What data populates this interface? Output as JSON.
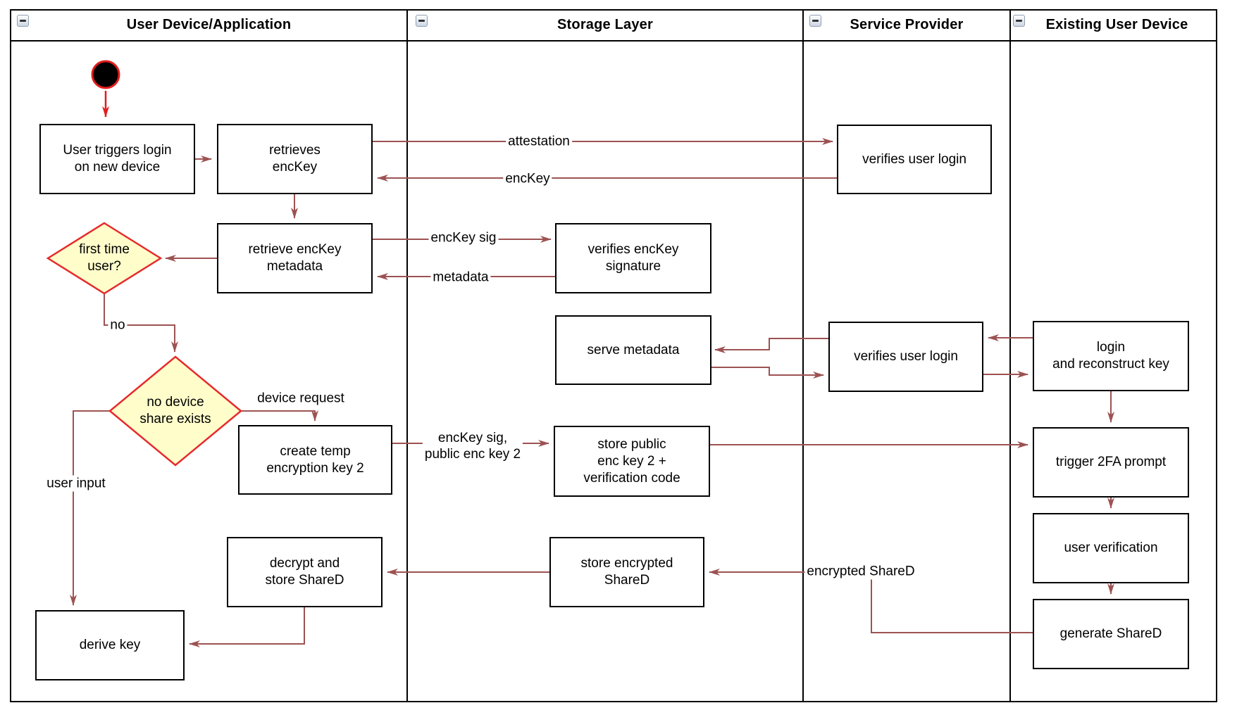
{
  "diagram": {
    "type": "uml-activity-swimlane",
    "lanes": [
      {
        "title": "User Device/Application",
        "collapse_icon": "minus"
      },
      {
        "title": "Storage Layer",
        "collapse_icon": "minus"
      },
      {
        "title": "Service Provider",
        "collapse_icon": "minus"
      },
      {
        "title": "Existing User Device",
        "collapse_icon": "minus"
      }
    ],
    "nodes": {
      "start": {
        "type": "initial-node"
      },
      "b1": {
        "label": "User triggers login\non new device",
        "lane": "User Device/Application"
      },
      "b2": {
        "label": "retrieves\nencKey",
        "lane": "User Device/Application"
      },
      "b3": {
        "label": "retrieve encKey\nmetadata",
        "lane": "User Device/Application"
      },
      "d1": {
        "label": "first time\nuser?",
        "type": "decision",
        "lane": "User Device/Application"
      },
      "d2": {
        "label": "no device\nshare exists",
        "type": "decision",
        "lane": "User Device/Application"
      },
      "b4": {
        "label": "create temp\nencryption key 2",
        "lane": "User Device/Application"
      },
      "b5": {
        "label": "decrypt and\nstore ShareD",
        "lane": "User Device/Application"
      },
      "b6": {
        "label": "derive key",
        "lane": "User Device/Application"
      },
      "b7": {
        "label": "verifies encKey\nsignature",
        "lane": "Storage Layer"
      },
      "b8": {
        "label": "serve metadata",
        "lane": "Storage Layer"
      },
      "b9": {
        "label": "store public\nenc key 2 +\nverification code",
        "lane": "Storage Layer"
      },
      "b10": {
        "label": "store encrypted\nShareD",
        "lane": "Storage Layer"
      },
      "b11": {
        "label": "verifies user login",
        "lane": "Service Provider"
      },
      "b12": {
        "label": "verifies user login",
        "lane": "Service Provider"
      },
      "b13": {
        "label": "login\nand reconstruct key",
        "lane": "Existing User Device"
      },
      "b14": {
        "label": "trigger 2FA prompt",
        "lane": "Existing User Device"
      },
      "b15": {
        "label": "user verification",
        "lane": "Existing User Device"
      },
      "b16": {
        "label": "generate ShareD",
        "lane": "Existing User Device"
      }
    },
    "edge_labels": {
      "attestation": "attestation",
      "enckey": "encKey",
      "enckey_sig": "encKey sig",
      "metadata": "metadata",
      "no": "no",
      "device_request": "device request",
      "user_input": "user input",
      "sig_pubkey2": "encKey sig,\npublic enc key 2",
      "encrypted_shared": "encrypted ShareD"
    },
    "colors": {
      "edge": "#9d5252",
      "start_edge": "#e11d1d",
      "start_fill": "#000000",
      "start_stroke": "#e11d1d",
      "decision_fill": "#fffecb",
      "decision_stroke": "#e62b2b",
      "node_border": "#000000",
      "lane_border": "#000000",
      "background": "#ffffff"
    }
  }
}
